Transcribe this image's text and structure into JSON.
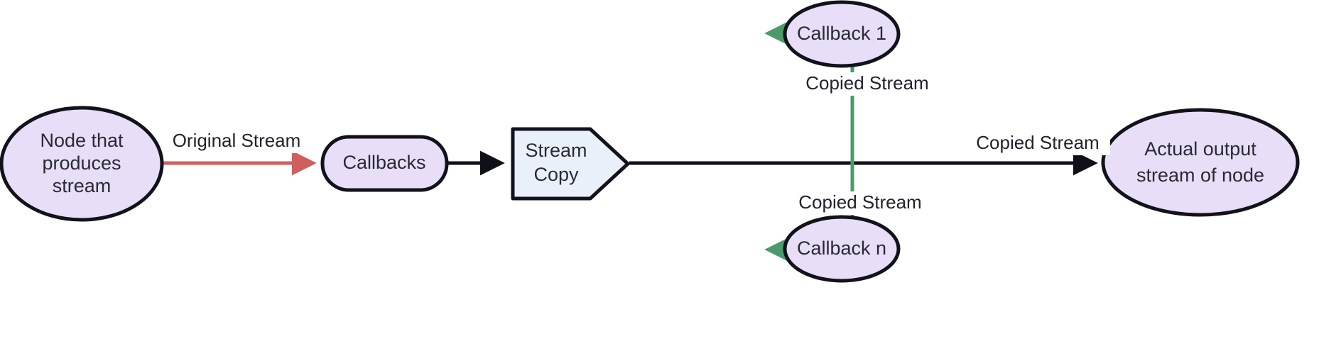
{
  "diagram": {
    "type": "flowchart",
    "direction": "left-to-right",
    "background": "#ffffff",
    "colors": {
      "node_purple_fill": "#e8def8",
      "node_blue_fill": "#eaf0fa",
      "node_stroke": "#12121a",
      "edge_black": "#101018",
      "edge_red": "#cf5f5c",
      "edge_green": "#4c9a6b",
      "label_text": "#2a2a35"
    },
    "nodes": [
      {
        "id": "producer",
        "label": "Node that produces stream",
        "line1": "Node that",
        "line2": "produces",
        "line3": "stream",
        "shape": "ellipse",
        "fill": "purple"
      },
      {
        "id": "callbacks",
        "label": "Callbacks",
        "line1": "Callbacks",
        "shape": "stadium",
        "fill": "purple"
      },
      {
        "id": "streamcopy",
        "label": "Stream Copy",
        "line1": "Stream",
        "line2": "Copy",
        "shape": "pentagon-arrow",
        "fill": "blue"
      },
      {
        "id": "callback1",
        "label": "Callback 1",
        "line1": "Callback 1",
        "shape": "ellipse",
        "fill": "purple"
      },
      {
        "id": "callbackn",
        "label": "Callback n",
        "line1": "Callback n",
        "shape": "ellipse",
        "fill": "purple"
      },
      {
        "id": "output",
        "label": "Actual output stream of node",
        "line1": "Actual output",
        "line2": "stream of node",
        "shape": "ellipse",
        "fill": "purple"
      }
    ],
    "edges": [
      {
        "id": "e1",
        "from": "producer",
        "to": "callbacks",
        "label": "Original Stream",
        "color": "red",
        "arrow": true
      },
      {
        "id": "e2",
        "from": "callbacks",
        "to": "streamcopy",
        "label": "",
        "color": "black",
        "arrow": true
      },
      {
        "id": "e3",
        "from": "streamcopy",
        "to": "callback1",
        "label": "Copied Stream",
        "color": "green",
        "arrow": true
      },
      {
        "id": "e4",
        "from": "streamcopy",
        "to": "callbackn",
        "label": "Copied Stream",
        "color": "green",
        "arrow": true
      },
      {
        "id": "e5",
        "from": "streamcopy",
        "to": "output",
        "label": "Copied Stream",
        "color": "black",
        "arrow": true
      }
    ]
  }
}
